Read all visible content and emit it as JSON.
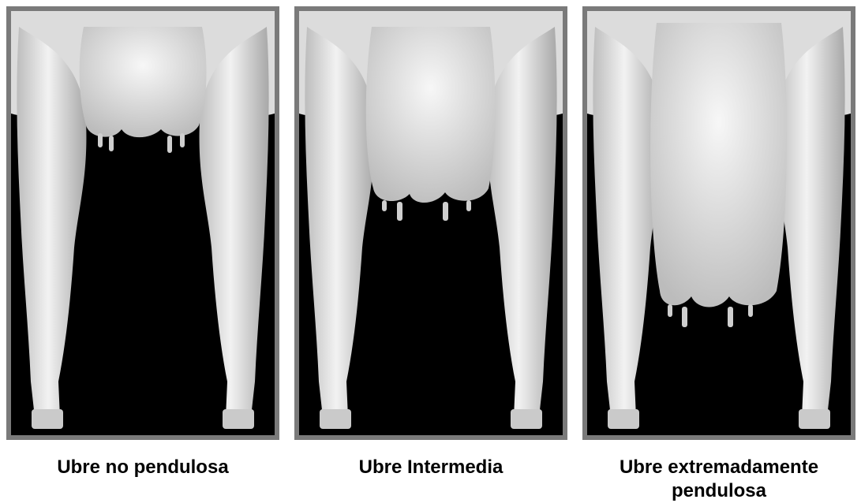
{
  "panels": [
    {
      "caption": "Ubre no pendulosa",
      "udder_type": "no-pendulosa"
    },
    {
      "caption": "Ubre Intermedia",
      "udder_type": "intermedia"
    },
    {
      "caption": "Ubre extremadamente pendulosa",
      "udder_type": "extremadamente-pendulosa"
    }
  ],
  "colors": {
    "frame": "#7a7a7a",
    "background": "#000000",
    "leg": "#d9d9d9",
    "udder": "#ececec"
  }
}
